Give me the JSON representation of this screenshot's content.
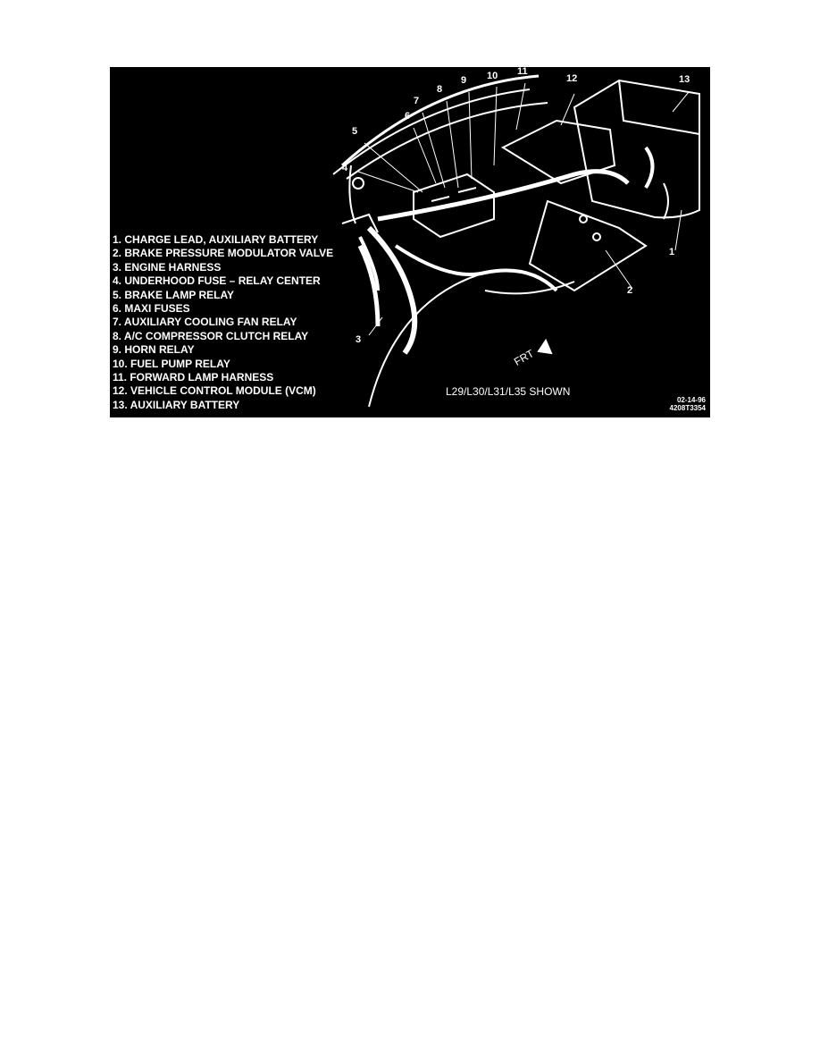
{
  "figure": {
    "legend": [
      "1. CHARGE LEAD, AUXILIARY BATTERY",
      "2. BRAKE PRESSURE MODULATOR VALVE",
      "3. ENGINE HARNESS",
      "4. UNDERHOOD FUSE – RELAY CENTER",
      "5. BRAKE LAMP RELAY",
      "6. MAXI FUSES",
      "7. AUXILIARY COOLING FAN RELAY",
      "8. A/C COMPRESSOR CLUTCH RELAY",
      "9. HORN RELAY",
      "10. FUEL PUMP RELAY",
      "11. FORWARD LAMP HARNESS",
      "12. VEHICLE CONTROL MODULE (VCM)",
      "13. AUXILIARY BATTERY"
    ],
    "callouts": [
      "1",
      "2",
      "3",
      "4",
      "5",
      "6",
      "7",
      "8",
      "9",
      "10",
      "11",
      "12",
      "13"
    ],
    "front_label": "FRT",
    "shown_note": "L29/L30/L31/L35 SHOWN",
    "date_code": "02-14-96",
    "figure_code": "4208T3354"
  }
}
